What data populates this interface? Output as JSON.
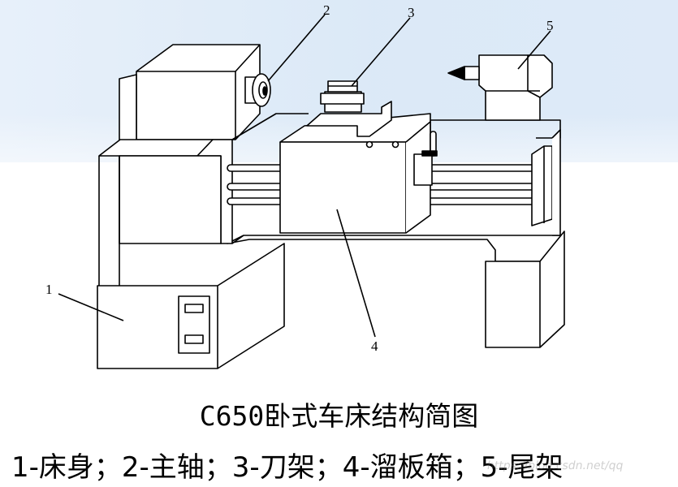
{
  "figure": {
    "title": "C650卧式车床结构简图",
    "legend": "1-床身；2-主轴；3-刀架；4-溜板箱；5-尾架",
    "watermark": "https://blog.csdn.net/qq"
  },
  "callouts": [
    {
      "label": "1",
      "part": "床身"
    },
    {
      "label": "2",
      "part": "主轴"
    },
    {
      "label": "3",
      "part": "刀架"
    },
    {
      "label": "4",
      "part": "溜板箱"
    },
    {
      "label": "5",
      "part": "尾架"
    }
  ],
  "colors": {
    "line": "#000000",
    "background": "#ffffff",
    "slide_tint": "#bcd6f0"
  }
}
